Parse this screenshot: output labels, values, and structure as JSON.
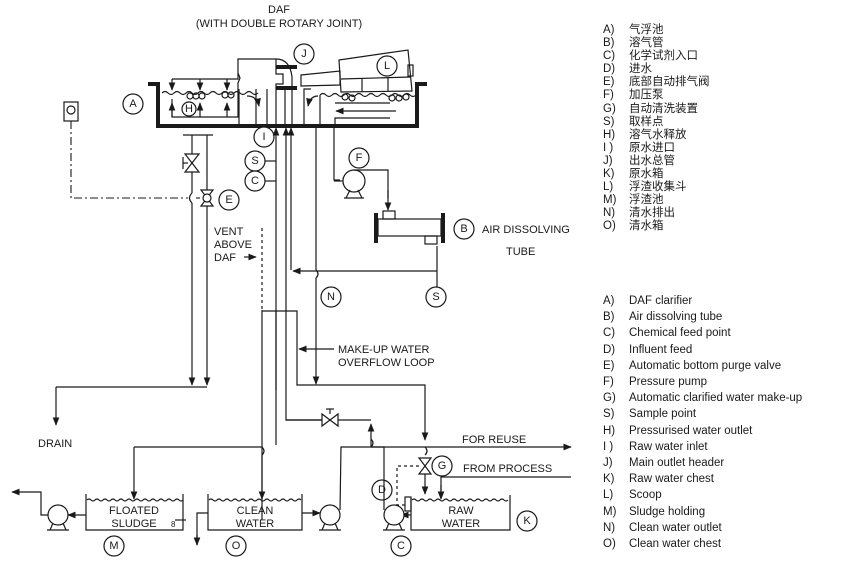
{
  "title": {
    "line1": "DAF",
    "line2": "(WITH DOUBLE ROTARY JOINT)"
  },
  "callouts": {
    "A": "A",
    "B": "B",
    "C": "C",
    "D": "D",
    "E": "E",
    "F": "F",
    "G": "G",
    "H": "H",
    "I": "I",
    "J": "J",
    "K": "K",
    "L": "L",
    "M": "M",
    "N": "N",
    "O": "O",
    "S": "S",
    "S2": "S",
    "C2": "C"
  },
  "labels": {
    "air_dissolving": "AIR DISSOLVING",
    "tube": "TUBE",
    "vent1": "VENT",
    "vent2": "ABOVE",
    "vent3": "DAF",
    "makeup1": "MAKE-UP WATER",
    "makeup2": "OVERFLOW LOOP",
    "drain": "DRAIN",
    "for_reuse": "FOR REUSE",
    "from_process": "FROM PROCESS",
    "floated1": "FLOATED",
    "floated2": "SLUDGE",
    "clean1": "CLEAN",
    "clean2": "WATER",
    "raw1": "RAW",
    "raw2": "WATER",
    "level_mark": "8"
  },
  "legend_cn": [
    {
      "key": "A)",
      "text": "气浮池"
    },
    {
      "key": "B)",
      "text": "溶气管"
    },
    {
      "key": "C)",
      "text": "化学试剂入口"
    },
    {
      "key": "D)",
      "text": "进水"
    },
    {
      "key": "E)",
      "text": "底部自动排气阀"
    },
    {
      "key": "F)",
      "text": "加压泵"
    },
    {
      "key": "G)",
      "text": "自动清洗装置"
    },
    {
      "key": "S)",
      "text": "取样点"
    },
    {
      "key": "H)",
      "text": "溶气水释放"
    },
    {
      "key": "I )",
      "text": "原水进口"
    },
    {
      "key": "J)",
      "text": "出水总管"
    },
    {
      "key": "K)",
      "text": "原水箱"
    },
    {
      "key": "L)",
      "text": "浮渣收集斗"
    },
    {
      "key": "M)",
      "text": "浮渣池"
    },
    {
      "key": "N)",
      "text": "清水排出"
    },
    {
      "key": "O)",
      "text": "清水箱"
    }
  ],
  "legend_en": [
    {
      "key": "A)",
      "text": "DAF clarifier"
    },
    {
      "key": "B)",
      "text": "Air dissolving tube"
    },
    {
      "key": "C)",
      "text": "Chemical feed point"
    },
    {
      "key": "D)",
      "text": "Influent feed"
    },
    {
      "key": "E)",
      "text": "Automatic bottom purge valve"
    },
    {
      "key": "F)",
      "text": "Pressure pump"
    },
    {
      "key": "G)",
      "text": "Automatic clarified water make-up"
    },
    {
      "key": "S)",
      "text": "Sample point"
    },
    {
      "key": "H)",
      "text": "Pressurised water outlet"
    },
    {
      "key": "I )",
      "text": "Raw water inlet"
    },
    {
      "key": "J)",
      "text": "Main outlet header"
    },
    {
      "key": "K)",
      "text": "Raw water chest"
    },
    {
      "key": "L)",
      "text": "Scoop"
    },
    {
      "key": "M)",
      "text": "Sludge holding"
    },
    {
      "key": "N)",
      "text": "Clean water outlet"
    },
    {
      "key": "O)",
      "text": "Clean water chest"
    }
  ]
}
